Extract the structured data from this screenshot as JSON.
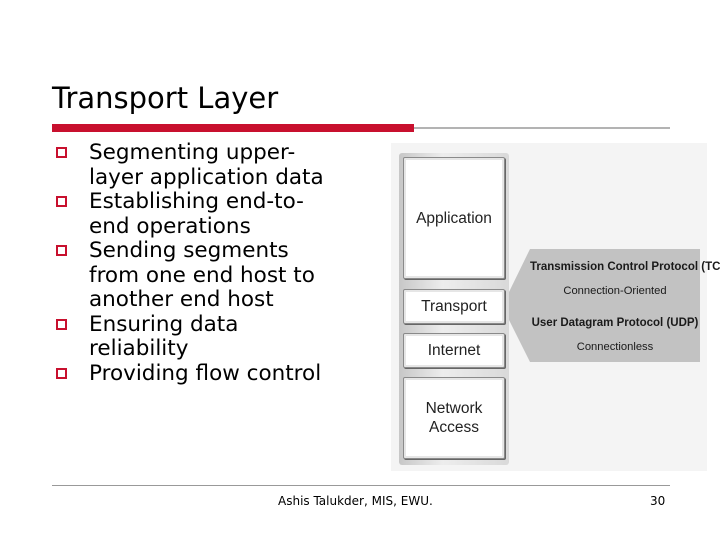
{
  "slide": {
    "title": "Transport Layer",
    "bullets": [
      {
        "lines": [
          "Segmenting upper-",
          "layer application data"
        ]
      },
      {
        "lines": [
          "Establishing end-to-",
          "end operations"
        ]
      },
      {
        "lines": [
          "Sending segments",
          "from one end host to",
          "another end host"
        ]
      },
      {
        "lines": [
          "Ensuring data",
          "reliability"
        ]
      },
      {
        "lines": [
          "Providing flow control"
        ]
      }
    ],
    "colors": {
      "accent": "#c8102e",
      "rule": "#b3b3b3"
    }
  },
  "figure": {
    "layers": {
      "application": "Application",
      "transport": "Transport",
      "internet": "Internet",
      "network_access": [
        "Network",
        "Access"
      ]
    },
    "protocols": {
      "tcp": "Transmission Control Protocol (TCP)",
      "tcp_type": "Connection-Oriented",
      "udp": "User Datagram Protocol (UDP)",
      "udp_type": "Connectionless"
    }
  },
  "footer": {
    "author": "Ashis Talukder, MIS, EWU.",
    "page_number": "30"
  }
}
